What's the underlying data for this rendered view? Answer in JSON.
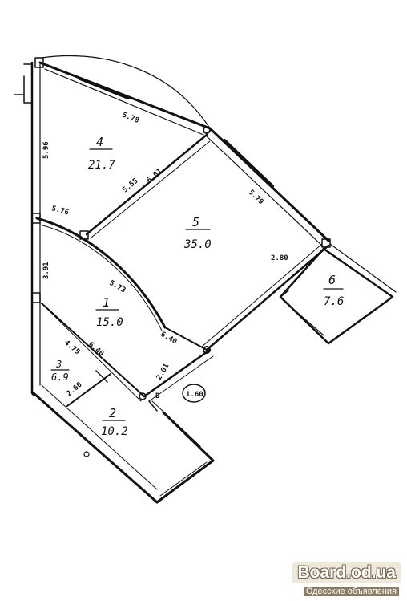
{
  "plan": {
    "rooms": [
      {
        "id": "1",
        "number": "1",
        "area": "15.0"
      },
      {
        "id": "2",
        "number": "2",
        "area": "10.2"
      },
      {
        "id": "3",
        "number": "3",
        "area": "6.9"
      },
      {
        "id": "4",
        "number": "4",
        "area": "21.7"
      },
      {
        "id": "5",
        "number": "5",
        "area": "35.0"
      },
      {
        "id": "6",
        "number": "6",
        "area": "7.6"
      }
    ],
    "dimensions": {
      "d1": "5.78",
      "d2": "5.96",
      "d3": "5.55",
      "d4": "6.01",
      "d5": "5.79",
      "d6": "3.91",
      "d7": "5.76",
      "d8": "2.80",
      "d9": "5.73",
      "d10": "6.40",
      "d11": "2.61",
      "d12": "4.75",
      "d13": "6.40",
      "d14": "2.60"
    },
    "level_mark": "1.60",
    "door_mark": "D"
  },
  "watermark": {
    "site": "Board.od.ua",
    "subtitle": "Одесские объявления"
  }
}
